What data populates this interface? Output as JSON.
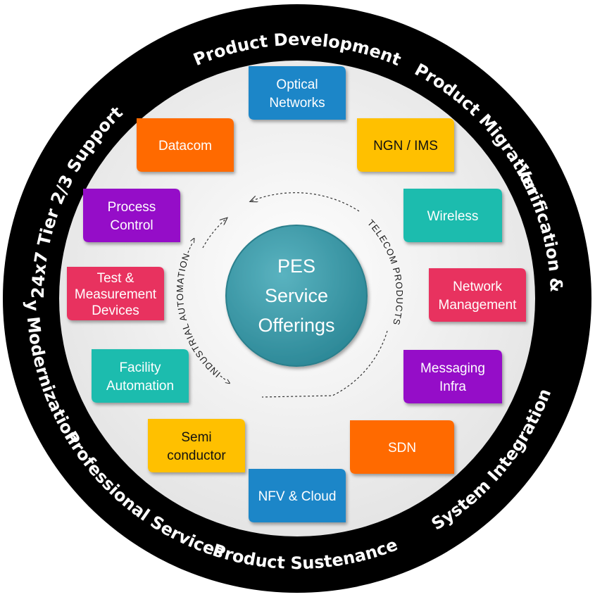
{
  "center": {
    "lines": [
      "PES",
      "Service",
      "Offerings"
    ],
    "color": "#3a9cab"
  },
  "orbit": {
    "industrial": "<--INDUSTRIAL AUTOMATION--->",
    "telecom": "TELECOM PRODUCTS"
  },
  "ring": {
    "top": [
      "24x7 Tier 2/3 Support",
      "Product Development",
      "Product Migration",
      "Verification & Validation"
    ],
    "bottom": [
      "Legacy Modernization",
      "Professional Services",
      "Product Sustenance",
      "System Integration"
    ],
    "background": "#000000",
    "text_color": "#ffffff"
  },
  "boxes": [
    {
      "key": "optical",
      "lines": [
        "Optical",
        "Networks"
      ],
      "color": "#1e86c8"
    },
    {
      "key": "ngn",
      "lines": [
        "NGN / IMS"
      ],
      "color": "#ffc000"
    },
    {
      "key": "wireless",
      "lines": [
        "Wireless"
      ],
      "color": "#1ebcae"
    },
    {
      "key": "network-mgmt",
      "lines": [
        "Network",
        "Management"
      ],
      "color": "#e8315f"
    },
    {
      "key": "messaging",
      "lines": [
        "Messaging",
        "Infra"
      ],
      "color": "#9510c8"
    },
    {
      "key": "sdn",
      "lines": [
        "SDN"
      ],
      "color": "#ff6a00"
    },
    {
      "key": "nfv",
      "lines": [
        "NFV & Cloud"
      ],
      "color": "#1e86c8"
    },
    {
      "key": "semiconductor",
      "lines": [
        "Semi",
        "conductor"
      ],
      "color": "#ffc000"
    },
    {
      "key": "facility",
      "lines": [
        "Facility",
        "Automation"
      ],
      "color": "#1ebcae"
    },
    {
      "key": "test",
      "lines": [
        "Test &",
        "Measurement",
        "Devices"
      ],
      "color": "#e8315f"
    },
    {
      "key": "process",
      "lines": [
        "Process",
        "Control"
      ],
      "color": "#9510c8"
    },
    {
      "key": "datacom",
      "lines": [
        "Datacom"
      ],
      "color": "#ff6a00"
    }
  ]
}
